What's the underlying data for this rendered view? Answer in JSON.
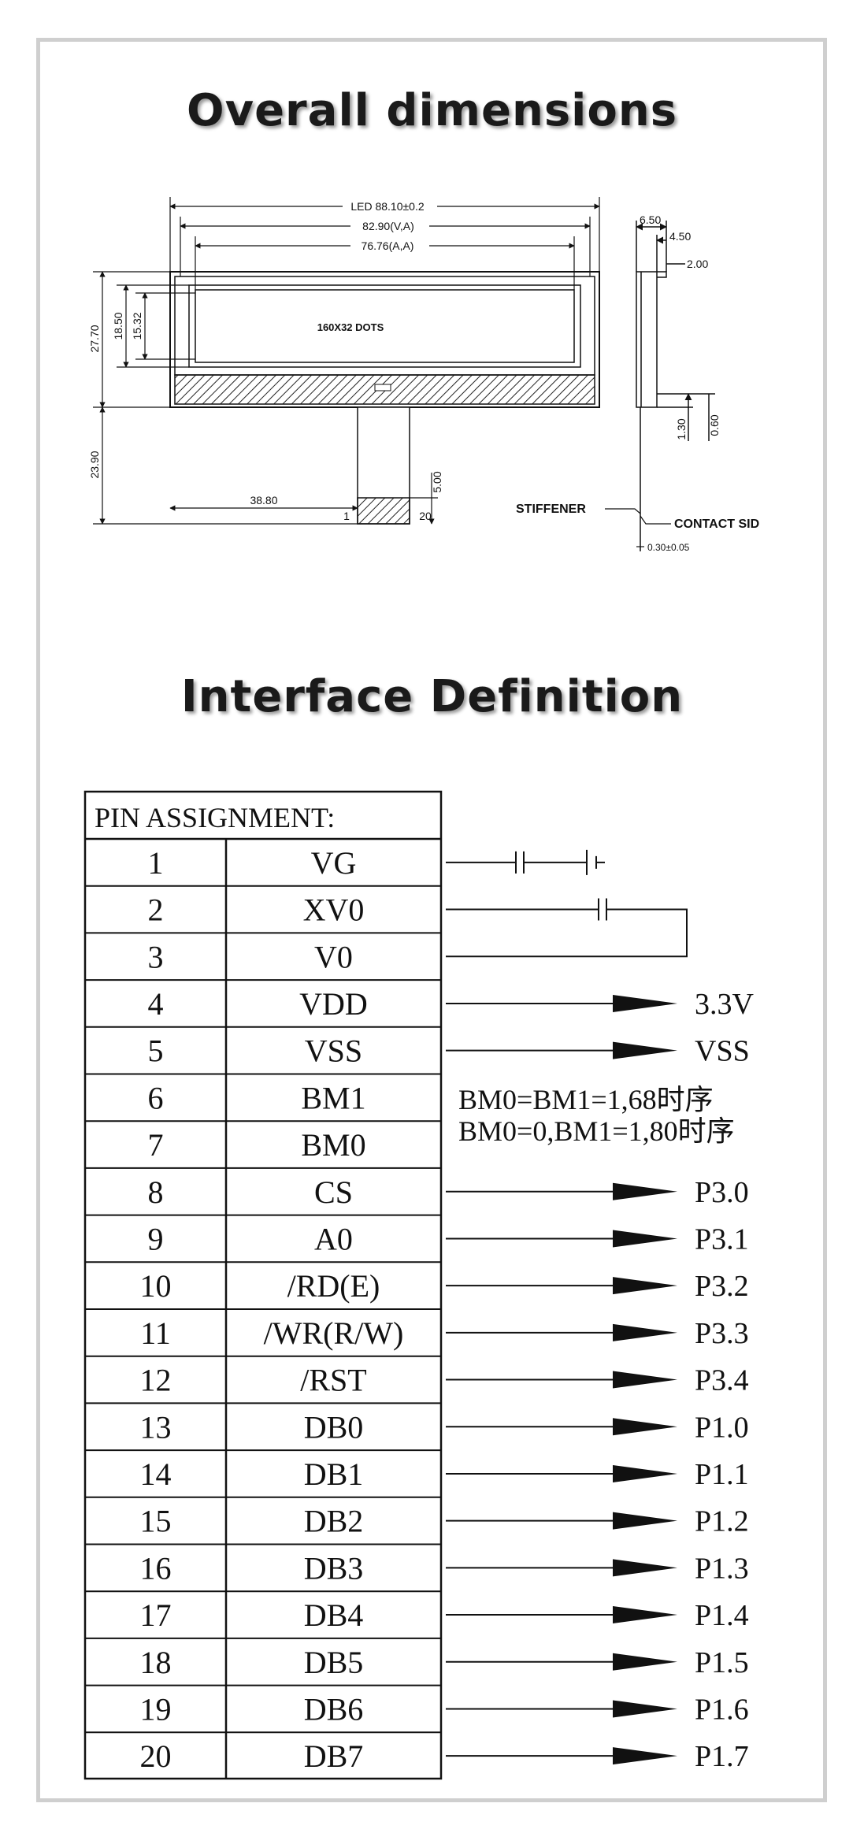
{
  "titles": {
    "overall": "Overall dimensions",
    "interface": "Interface Definition"
  },
  "dimensions": {
    "led_width": "LED 88.10±0.2",
    "view_width": "82.90(V,A)",
    "active_width": "76.76(A,A)",
    "height_total": "27.70",
    "height_view": "18.50",
    "height_active": "15.32",
    "dots_label": "160X32 DOTS",
    "fpc_length": "23.90",
    "fpc_offset": "38.80",
    "fpc_width": "5.00",
    "pin_first": "1",
    "pin_last": "20",
    "side_thickness": "6.50",
    "side_a": "4.50",
    "side_b": "2.00",
    "side_c": "1.30",
    "side_d": "0.60",
    "stiffener": "STIFFENER",
    "contact_side": "CONTACT SID",
    "fpc_thickness": "0.30±0.05"
  },
  "pin_table": {
    "header": "PIN ASSIGNMENT:",
    "rows": [
      {
        "pin": "1",
        "name": "VG",
        "target": ""
      },
      {
        "pin": "2",
        "name": "XV0",
        "target": ""
      },
      {
        "pin": "3",
        "name": "V0",
        "target": ""
      },
      {
        "pin": "4",
        "name": "VDD",
        "target": "3.3V"
      },
      {
        "pin": "5",
        "name": "VSS",
        "target": "VSS"
      },
      {
        "pin": "6",
        "name": "BM1",
        "target": ""
      },
      {
        "pin": "7",
        "name": "BM0",
        "target": ""
      },
      {
        "pin": "8",
        "name": "CS",
        "target": "P3.0"
      },
      {
        "pin": "9",
        "name": "A0",
        "target": "P3.1"
      },
      {
        "pin": "10",
        "name": "/RD(E)",
        "target": "P3.2"
      },
      {
        "pin": "11",
        "name": "/WR(R/W)",
        "target": "P3.3"
      },
      {
        "pin": "12",
        "name": "/RST",
        "target": "P3.4"
      },
      {
        "pin": "13",
        "name": "DB0",
        "target": "P1.0"
      },
      {
        "pin": "14",
        "name": "DB1",
        "target": "P1.1"
      },
      {
        "pin": "15",
        "name": "DB2",
        "target": "P1.2"
      },
      {
        "pin": "16",
        "name": "DB3",
        "target": "P1.3"
      },
      {
        "pin": "17",
        "name": "DB4",
        "target": "P1.4"
      },
      {
        "pin": "18",
        "name": "DB5",
        "target": "P1.5"
      },
      {
        "pin": "19",
        "name": "DB6",
        "target": "P1.6"
      },
      {
        "pin": "20",
        "name": "DB7",
        "target": "P1.7"
      }
    ],
    "notes": [
      "BM0=BM1=1,68时序",
      "BM0=0,BM1=1,80时序"
    ]
  }
}
